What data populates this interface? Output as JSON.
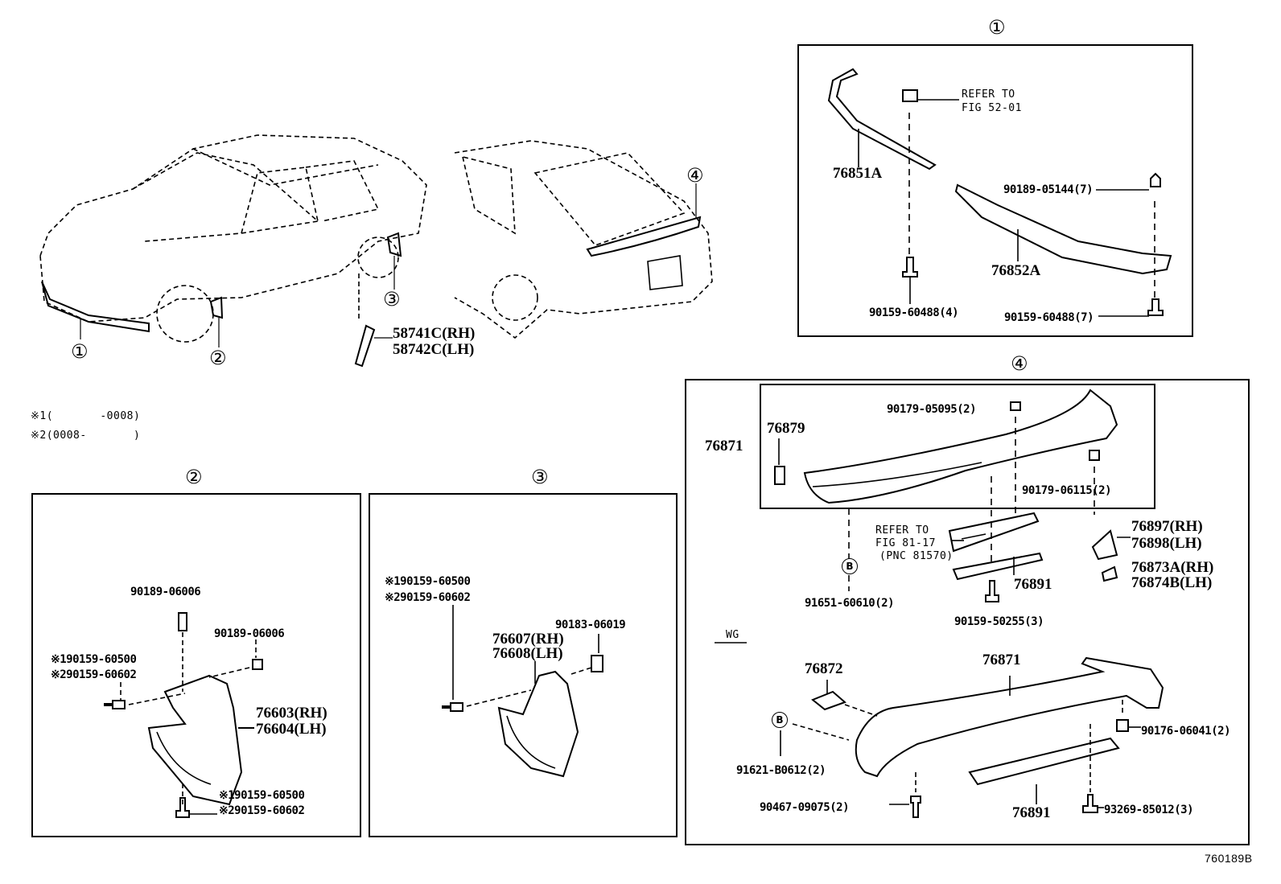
{
  "diagram_id": "760189B",
  "notes": {
    "note1": "※1(       -0008)",
    "note2": "※2(0008-       )"
  },
  "overview": {
    "callout1": "①",
    "callout2": "②",
    "callout3": "③",
    "callout4": "④",
    "part_58741c": "58741C(RH)",
    "part_58742c": "58742C(LH)"
  },
  "section1": {
    "callout": "①",
    "refer_line1": "REFER TO",
    "refer_line2": "FIG 52-01",
    "p76851a": "76851A",
    "p76852a": "76852A",
    "p90189_05144": "90189-05144(7)",
    "p90159_60488_4": "90159-60488(4)",
    "p90159_60488_7": "90159-60488(7)"
  },
  "section2": {
    "callout": "②",
    "p90189_06006_a": "90189-06006",
    "p90189_06006_b": "90189-06006",
    "p_s1_60500_a": "※190159-60500",
    "p_s2_60602_a": "※290159-60602",
    "p76603": "76603(RH)",
    "p76604": "76604(LH)",
    "p_s1_60500_b": "※190159-60500",
    "p_s2_60602_b": "※290159-60602"
  },
  "section3": {
    "callout": "③",
    "p_s1_60500": "※190159-60500",
    "p_s2_60602": "※290159-60602",
    "p90183_06019": "90183-06019",
    "p76607": "76607(RH)",
    "p76608": "76608(LH)"
  },
  "section4": {
    "callout": "④",
    "p76879": "76879",
    "p76871_a": "76871",
    "p90179_05095": "90179-05095(2)",
    "p90179_06115": "90179-06115(2)",
    "refer_line1": "REFER TO",
    "refer_line2": "FIG 81-17",
    "refer_line3": "(PNC 81570)",
    "p76897": "76897(RH)",
    "p76898": "76898(LH)",
    "p76873a": "76873A(RH)",
    "p76874b": "76874B(LH)",
    "p76891_a": "76891",
    "marker_b1": "B",
    "p91651_60610": "91651-60610(2)",
    "p90159_50255": "90159-50255(3)",
    "wg_label": "WG",
    "p76872": "76872",
    "p76871_b": "76871",
    "marker_b2": "B",
    "p91621_b0612": "91621-B0612(2)",
    "p90176_06041": "90176-06041(2)",
    "p90467_09075": "90467-09075(2)",
    "p76891_b": "76891",
    "p93269_85012": "93269-85012(3)"
  }
}
